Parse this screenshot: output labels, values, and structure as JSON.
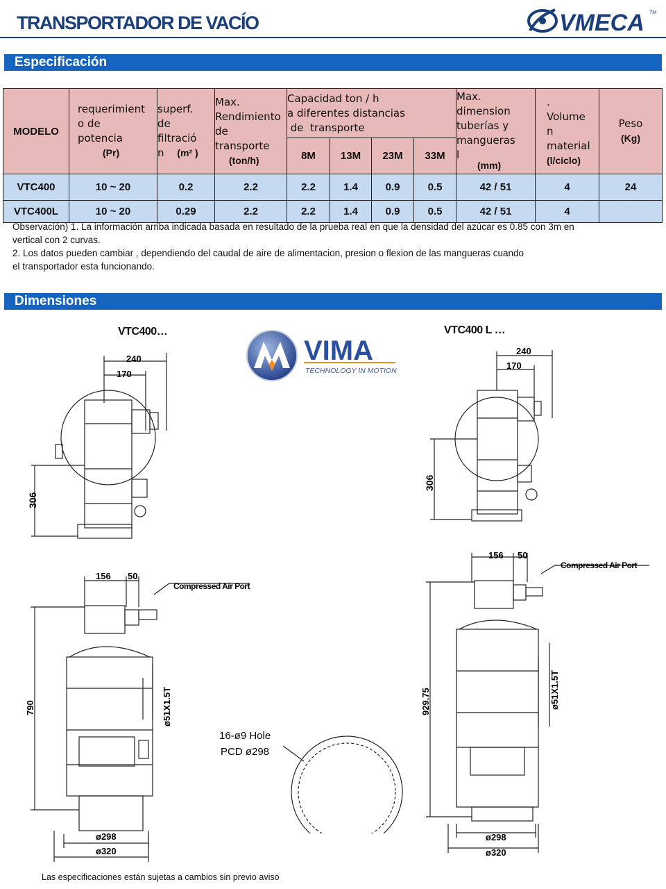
{
  "header": {
    "title": "TRANSPORTADOR DE VACÍO",
    "brand": "VMECA",
    "brand_color": "#1a3f7a"
  },
  "sections": {
    "spec": "Especificación",
    "dimensions": "Dimensiones"
  },
  "table": {
    "headers": {
      "modelo": "MODELO",
      "potencia_1": "requerimient",
      "potencia_2": "o  de",
      "potencia_3": "potencia",
      "potencia_unit": "(Pr)",
      "filtracion_1": "superf.",
      "filtracion_2": "de",
      "filtracion_3": "filtració",
      "filtracion_4": "n",
      "filtracion_unit": "(m² )",
      "rend_1": "Max.",
      "rend_2": "Rendimiento",
      "rend_3": "de",
      "rend_4": "transporte",
      "rend_unit": "(ton/h)",
      "cap_1": "Capacidad ton / h",
      "cap_2": "a diferentes distancias",
      "cap_3": " de  transporte",
      "dist": [
        "8M",
        "13M",
        "23M",
        "33M"
      ],
      "dim_1": "Max.",
      "dim_2": "dimension",
      "dim_3": "tuberías y",
      "dim_4": "mangueras",
      "dim_5": "l",
      "dim_unit": "(mm)",
      "vol_0": ".",
      "vol_1": "Volume",
      "vol_2": "n",
      "vol_3": "material",
      "vol_unit": "(l/ciclo)",
      "peso": "Peso",
      "peso_unit": "(Kg)"
    },
    "rows": [
      {
        "model": "VTC400",
        "power": "10 ~ 20",
        "filter": "0.2",
        "max": "2.2",
        "c8": "2.2",
        "c13": "1.4",
        "c23": "0.9",
        "c33": "0.5",
        "pipe": "42 / 51",
        "vol": "4",
        "weight": "24"
      },
      {
        "model": "VTC400L",
        "power": "10 ~ 20",
        "filter": "0.29",
        "max": "2.2",
        "c8": "2.2",
        "c13": "1.4",
        "c23": "0.9",
        "c33": "0.5",
        "pipe": "42 / 51",
        "vol": "4",
        "weight": ""
      }
    ]
  },
  "notes": {
    "line1": "Observación) 1. La información arriba indicada basada en resultado de la prueba real en que la densidad del azúcar es 0.85 con 3m en",
    "line2": "vertical con 2 curvas.",
    "line3": "2. Los datos pueden cambiar , dependiendo del caudal de aire de alimentacion, presion o flexion de las mangueras cuando",
    "line4": "el transportador esta funcionando."
  },
  "drawings": {
    "left_label": "VTC400…",
    "right_label": "VTC400 L …",
    "dims": {
      "d240": "240",
      "d170": "170",
      "d306": "306",
      "d156": "156",
      "d50": "50",
      "d790": "790",
      "d929": "929.75",
      "d298": "ø298",
      "d320": "ø320",
      "hose": "ø51X1.5T",
      "port": "Compressed Air Port",
      "holes": "16-ø9 Hole",
      "pcd": "PCD ø298"
    }
  },
  "watermark": {
    "name": "VIMA",
    "tagline": "TECHNOLOGY IN MOTION"
  },
  "footer": "Las especificaciones están sujetas a cambios sin previo aviso"
}
